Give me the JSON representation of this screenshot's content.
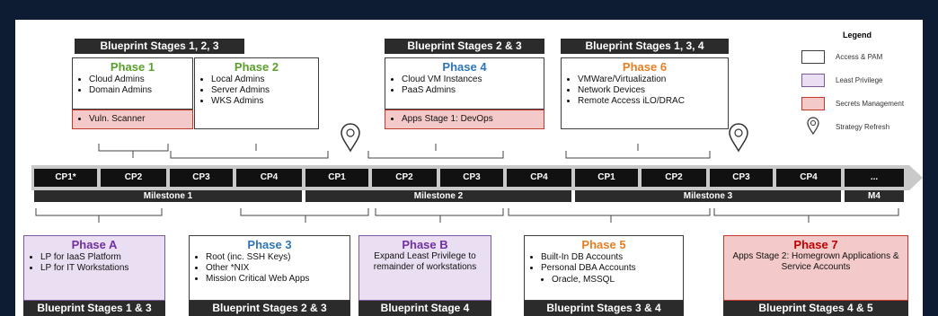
{
  "stages": {
    "top_left": "Blueprint Stages 1, 2, 3",
    "top_mid": "Blueprint Stages 2 & 3",
    "top_right": "Blueprint Stages 1, 3, 4",
    "bot_1": "Blueprint Stages 1 & 3",
    "bot_2": "Blueprint Stages 2 & 3",
    "bot_3": "Blueprint Stage 4",
    "bot_4": "Blueprint Stages 3 & 4",
    "bot_5": "Blueprint Stages 4 & 5"
  },
  "phases": {
    "p1": {
      "title": "Phase 1",
      "items": [
        "Cloud Admins",
        "Domain Admins"
      ],
      "extra": "Vuln. Scanner"
    },
    "p2": {
      "title": "Phase 2",
      "items": [
        "Local Admins",
        "Server Admins",
        "WKS Admins"
      ]
    },
    "p4": {
      "title": "Phase 4",
      "items": [
        "Cloud VM Instances",
        "PaaS Admins"
      ],
      "extra": "Apps Stage 1: DevOps"
    },
    "p6": {
      "title": "Phase 6",
      "items": [
        "VMWare/Virtualization",
        "Network Devices",
        "Remote Access iLO/DRAC"
      ]
    },
    "pA": {
      "title": "Phase A",
      "items": [
        "LP for IaaS Platform",
        "LP for IT Workstations"
      ]
    },
    "p3": {
      "title": "Phase 3",
      "items": [
        "Root (inc. SSH Keys)",
        "Other *NIX",
        "Mission Critical Web Apps"
      ]
    },
    "pB": {
      "title": "Phase B",
      "text": "Expand Least Privilege to remainder of workstations"
    },
    "p5": {
      "title": "Phase 5",
      "items": [
        "Built-In DB Accounts",
        "Personal DBA Accounts"
      ],
      "sub": "Oracle, MSSQL"
    },
    "p7": {
      "title": "Phase 7",
      "text": "Apps Stage 2: Homegrown Applications & Service Accounts"
    }
  },
  "timeline": {
    "cps": [
      "CP1*",
      "CP2",
      "CP3",
      "CP4",
      "CP1",
      "CP2",
      "CP3",
      "CP4",
      "CP1",
      "CP2",
      "CP3",
      "CP4",
      "..."
    ],
    "milestones": [
      "Milestone 1",
      "Milestone 2",
      "Milestone 3",
      "M4"
    ]
  },
  "legend": {
    "title": "Legend",
    "items": [
      "Access & PAM",
      "Least Privilege",
      "Secrets Management",
      "Strategy Refresh"
    ]
  },
  "colors": {
    "phase1": "#5aa02c",
    "phase4": "#2e75b6",
    "phase6": "#e67e22",
    "phaseA": "#7030a0",
    "phase7": "#c00000"
  }
}
